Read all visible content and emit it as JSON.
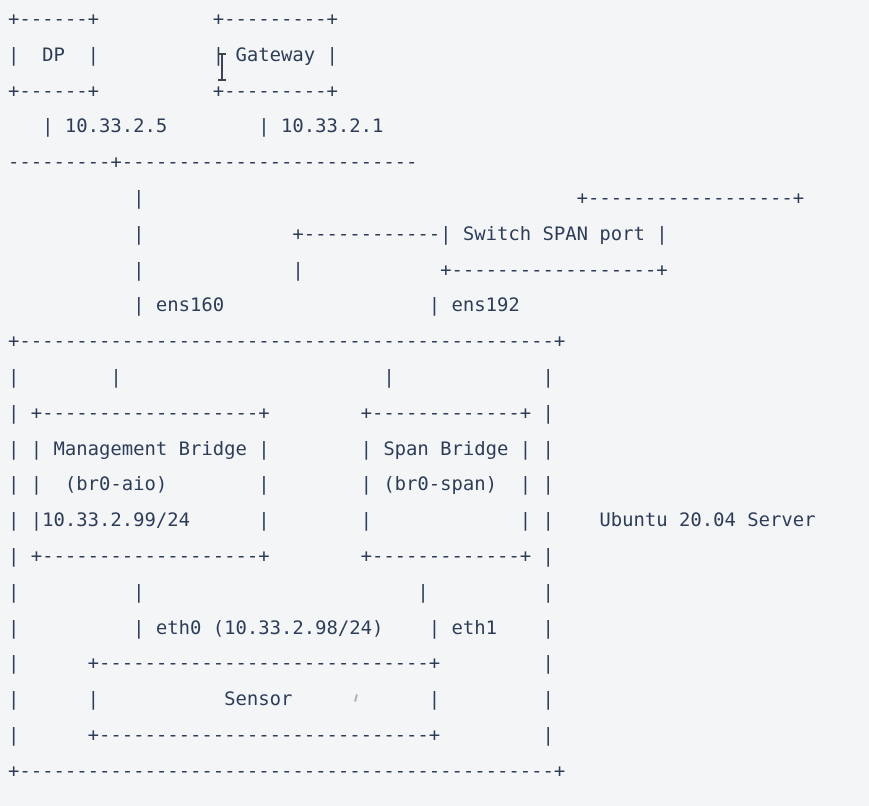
{
  "diagram": {
    "lines": [
      "+------+          +---------+",
      "|  DP  |          | Gateway |",
      "+------+          +---------+",
      "   | 10.33.2.5        | 10.33.2.1",
      "---------+--------------------------",
      "           |                                      +------------------+",
      "           |             +------------| Switch SPAN port |",
      "           |             |            +------------------+",
      "           | ens160                  | ens192",
      "+-----------------------------------------------+",
      "|        |                       |             |",
      "| +-------------------+        +-------------+ |",
      "| | Management Bridge |        | Span Bridge | |",
      "| |  (br0-aio)        |        | (br0-span)  | |",
      "| |10.33.2.99/24      |        |             | |    Ubuntu 20.04 Server",
      "| +-------------------+        +-------------+ |",
      "|          |                        |          |",
      "|          | eth0 (10.33.2.98/24)    | eth1    |",
      "|      +-----------------------------+         |",
      "|      |           Sensor            |         |",
      "|      +-----------------------------+         |",
      "+-----------------------------------------------+"
    ]
  },
  "entities": {
    "hosts": [
      {
        "name": "DP",
        "ip": "10.33.2.5"
      },
      {
        "name": "Gateway",
        "ip": "10.33.2.1"
      },
      {
        "name": "Switch SPAN port"
      }
    ],
    "server": {
      "label": "Ubuntu 20.04 Server",
      "interfaces": [
        "ens160",
        "ens192"
      ],
      "bridges": [
        {
          "label": "Management Bridge",
          "device": "(br0-aio)",
          "ip": "10.33.2.99/24"
        },
        {
          "label": "Span Bridge",
          "device": "(br0-span)"
        }
      ]
    },
    "sensor": {
      "label": "Sensor",
      "interfaces": [
        {
          "name": "eth0",
          "ip": "(10.33.2.98/24)"
        },
        {
          "name": "eth1"
        }
      ]
    }
  },
  "colors": {
    "background": "#f3f5f7",
    "text": "#2d3c57",
    "ibeam_cursor": "#3d4350",
    "stray_mark": "#aab1bd"
  }
}
